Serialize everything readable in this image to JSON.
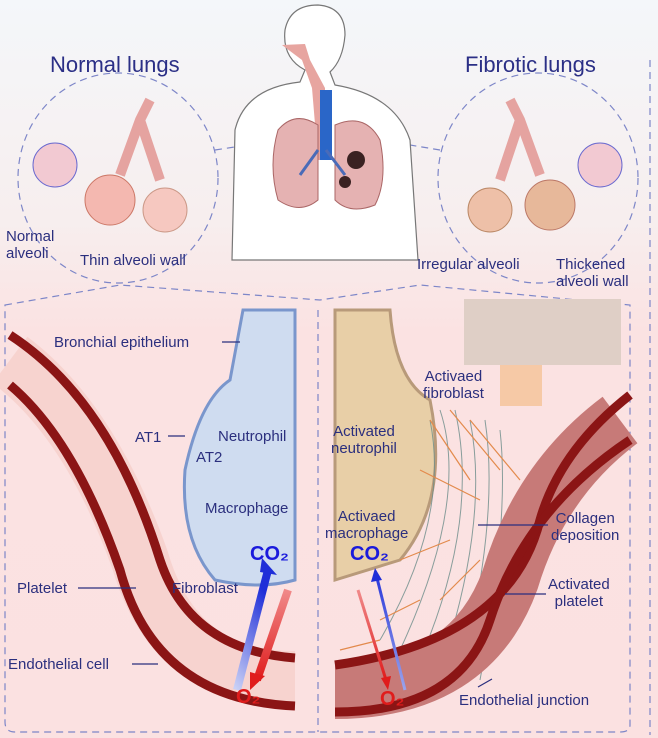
{
  "titles": {
    "normal": "Normal lungs",
    "fibrotic": "Fibrotic lungs"
  },
  "top_labels": {
    "normal_alveoli": [
      "Normal",
      "alveoli"
    ],
    "thin_wall": "Thin alveoli wall",
    "irregular_alveoli": "Irregular alveoli",
    "thickened_wall": [
      "Thickened",
      "alveoli wall"
    ]
  },
  "normal_panel": {
    "bronchial_epithelium": "Bronchial epithelium",
    "at1": "AT1",
    "at2": "AT2",
    "neutrophil": "Neutrophil",
    "macrophage": "Macrophage",
    "platelet": "Platelet",
    "fibroblast": "Fibroblast",
    "endothelial_cell": "Endothelial cell",
    "co2": "CO₂",
    "o2": "O₂"
  },
  "fibrotic_panel": {
    "activated_fibroblast": [
      "Activaed",
      "fibroblast"
    ],
    "activated_neutrophil": [
      "Activated",
      "neutrophil"
    ],
    "activated_macrophage": [
      "Activaed",
      "macrophage"
    ],
    "collagen_deposition": [
      "Collagen",
      "deposition"
    ],
    "activated_platelet": [
      "Activated",
      "platelet"
    ],
    "endothelial_junction": "Endothelial junction",
    "co2": "CO₂",
    "o2": "O₂"
  },
  "colors": {
    "label": "#2b2f7e",
    "vessel": "#8b1515",
    "co2": "#1a1adc",
    "o2": "#e01c1c"
  }
}
